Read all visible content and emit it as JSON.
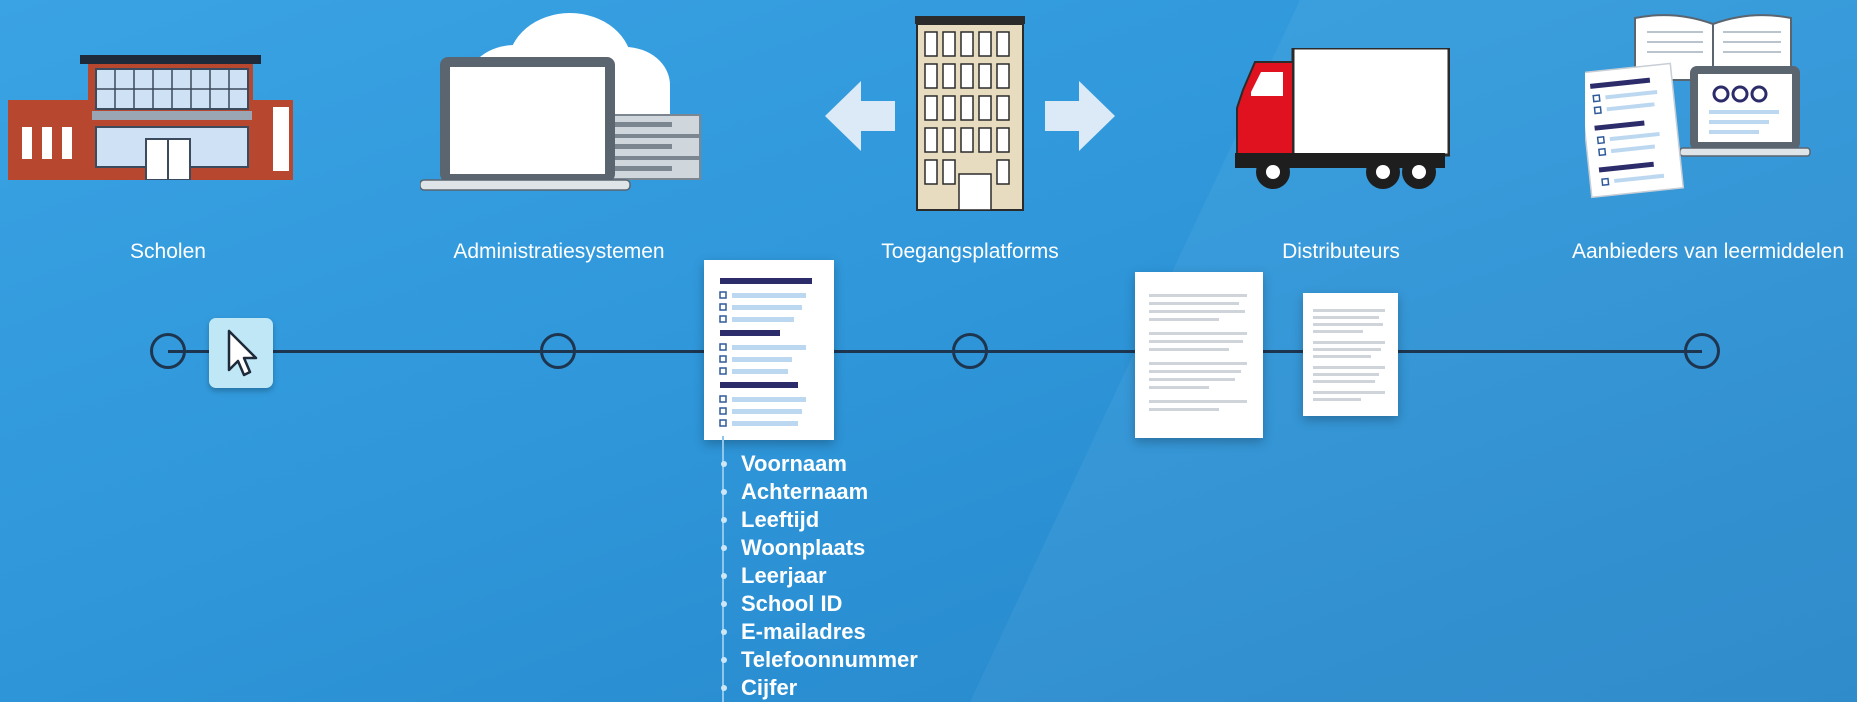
{
  "stakeholders": [
    {
      "label": "Scholen",
      "icon": "school-building-icon"
    },
    {
      "label": "Administratiesystemen",
      "icon": "laptop-cloud-server-icon"
    },
    {
      "label": "Toegangsplatforms",
      "icon": "office-building-arrows-icon"
    },
    {
      "label": "Distributeurs",
      "icon": "delivery-truck-icon"
    },
    {
      "label": "Aanbieders van leermiddelen",
      "icon": "book-document-laptop-icon"
    }
  ],
  "data_fields": [
    "Voornaam",
    "Achternaam",
    "Leeftijd",
    "Woonplaats",
    "Leerjaar",
    "School ID",
    "E-mailadres",
    "Telefoonnummer",
    "Cijfer"
  ],
  "colors": {
    "background": "#2f97da",
    "timeline": "#1e3550",
    "truck_red": "#e0121f",
    "brick": "#b8472f"
  }
}
